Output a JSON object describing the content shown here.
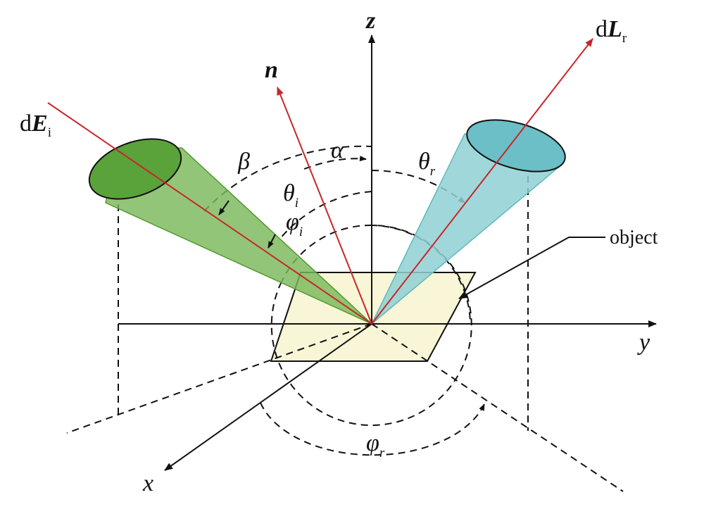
{
  "labels": {
    "z_axis": "z",
    "y_axis": "y",
    "x_axis": "x",
    "normal": "n",
    "incident_prefix": "d",
    "incident_main": "E",
    "incident_sub": "i",
    "reflected_prefix": "d",
    "reflected_main": "L",
    "reflected_sub": "r",
    "alpha": "α",
    "beta": "β",
    "theta_i_main": "θ",
    "theta_i_sub": "i",
    "theta_r_main": "θ",
    "theta_r_sub": "r",
    "phi_i_main": "φ",
    "phi_i_sub": "i",
    "phi_r_main": "φ",
    "phi_r_sub": "r",
    "object": "object"
  },
  "colors": {
    "incident_cone": "#7ab85a",
    "incident_cap": "#5aa23a",
    "reflected_cone": "#8fd0d4",
    "reflected_cap": "#6cbfc6",
    "surface": "#f8f6d6",
    "ray": "#c8262b",
    "line": "#111111"
  }
}
